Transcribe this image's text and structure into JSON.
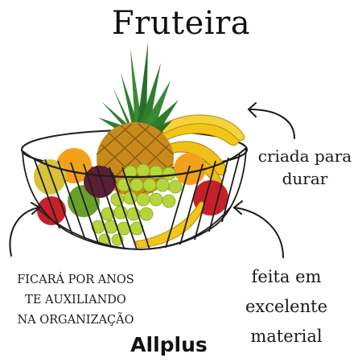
{
  "title": "Fruteira",
  "captions": {
    "right": [
      "criada para",
      "durar"
    ],
    "left": [
      "FICARÁ POR ANOS",
      "TE AUXILIANDO",
      "NA ORGANIZAÇÃO"
    ],
    "bottom_right": [
      "feita em",
      "excelente",
      "material"
    ]
  },
  "brand": "Allplus",
  "colors": {
    "basket_wire": "#1e1e1e",
    "pineapple_leaf": "#2f7d2f",
    "pineapple_body": "#c98a1c",
    "banana": "#f2c618",
    "grape": "#b5d53a",
    "apple_red": "#c8202a",
    "lime": "#6aa02a",
    "plum": "#5a1f35",
    "orange": "#f2a21a"
  },
  "icons": [
    "curved-arrow-icon",
    "curved-arrow-icon",
    "curved-arrow-icon"
  ]
}
